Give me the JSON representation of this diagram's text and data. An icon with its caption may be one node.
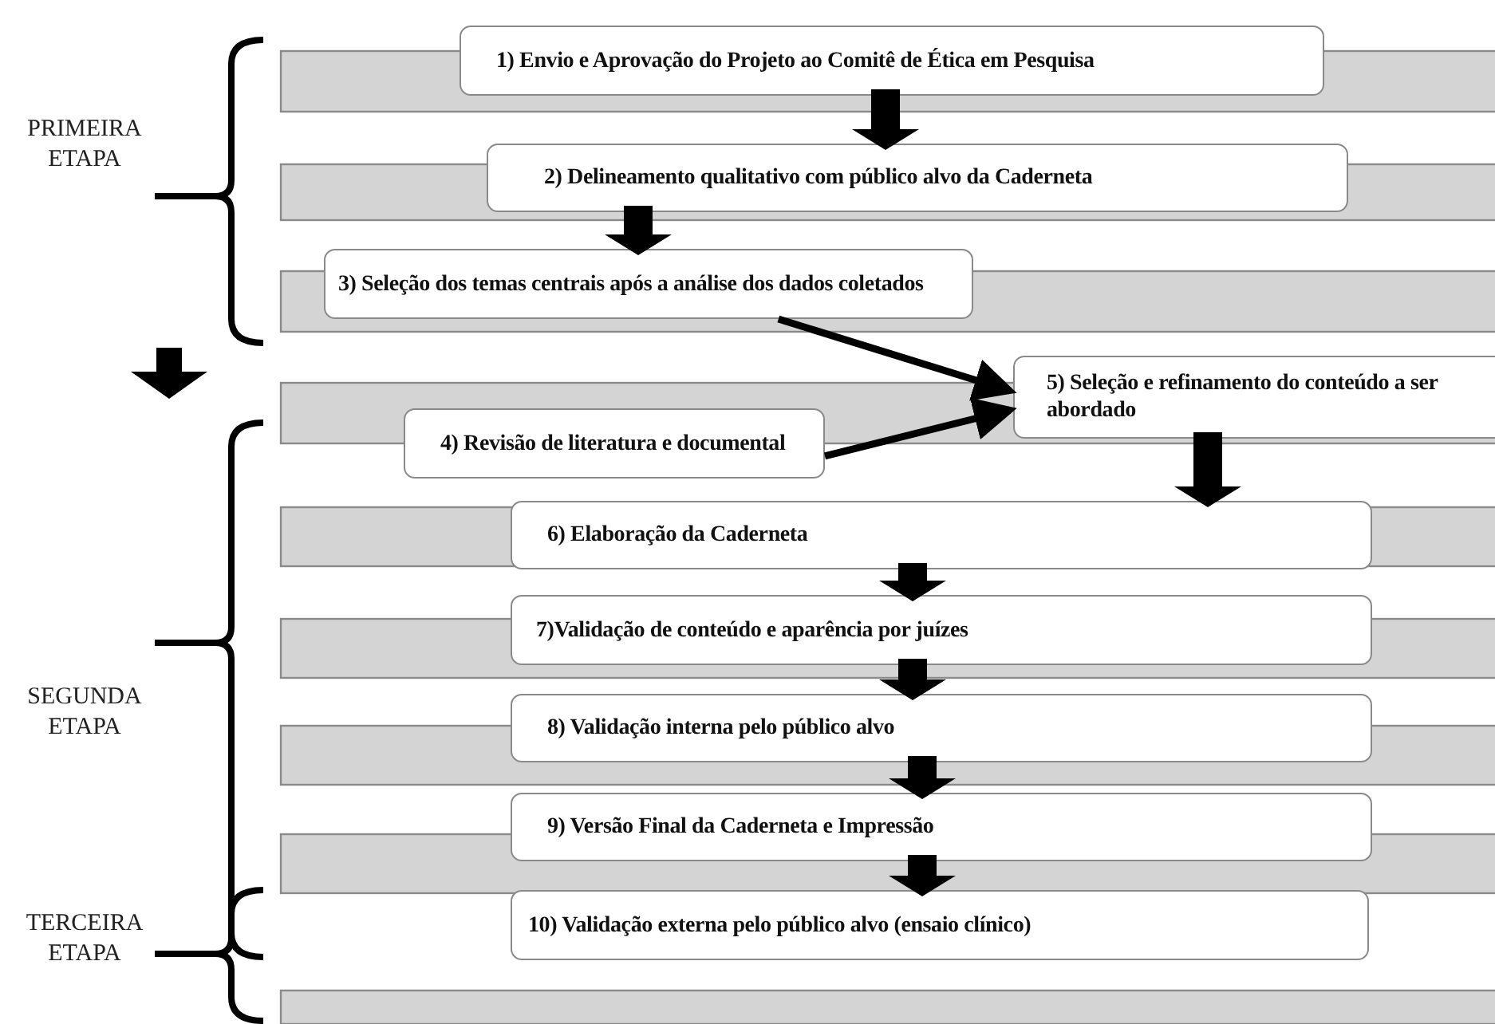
{
  "diagram": {
    "nodes": [
      {
        "text": [
          "1) Envio e Aprovação do Projeto ao Comitê de Ética em Pesquisa"
        ]
      },
      {
        "text": [
          "2) Delineamento qualitativo com público alvo da Caderneta"
        ]
      },
      {
        "text": [
          "3) Seleção dos temas centrais após a análise dos dados coletados"
        ]
      },
      {
        "text": [
          "4) Revisão de literatura e documental"
        ]
      },
      {
        "text": [
          "5) Seleção e refinamento do conteúdo a ser abordado"
        ]
      },
      {
        "text": [
          "6) Elaboração da Caderneta"
        ]
      },
      {
        "text": [
          "7)Validação de conteúdo e aparência por juízes"
        ]
      },
      {
        "text": [
          "8) Validação interna pelo público alvo"
        ]
      },
      {
        "text": [
          "9) Versão Final da Caderneta e Impressão"
        ]
      },
      {
        "text": [
          "10)  Validação externa pelo público alvo (ensaio clínico)"
        ]
      }
    ],
    "edges": [
      {
        "from": 0,
        "to": 1,
        "arrow": "to",
        "style": "thick"
      },
      {
        "from": 1,
        "to": 2,
        "arrow": "to",
        "style": "thick"
      },
      {
        "from": 2,
        "to": 4,
        "arrow": "to"
      },
      {
        "from": 3,
        "to": 4,
        "arrow": "to"
      },
      {
        "from": 4,
        "to": 5,
        "arrow": "to",
        "style": "thick"
      },
      {
        "from": 5,
        "to": 6,
        "arrow": "to",
        "style": "thick"
      },
      {
        "from": 6,
        "to": 7,
        "arrow": "to",
        "style": "thick"
      },
      {
        "from": 7,
        "to": 8,
        "arrow": "to",
        "style": "thick"
      },
      {
        "from": 8,
        "to": 9,
        "arrow": "to",
        "style": "thick"
      }
    ],
    "labels": [
      "PRIMEIRA ETAPA",
      "SEGUNDA ETAPA",
      "TERCEIRA ETAPA"
    ]
  }
}
